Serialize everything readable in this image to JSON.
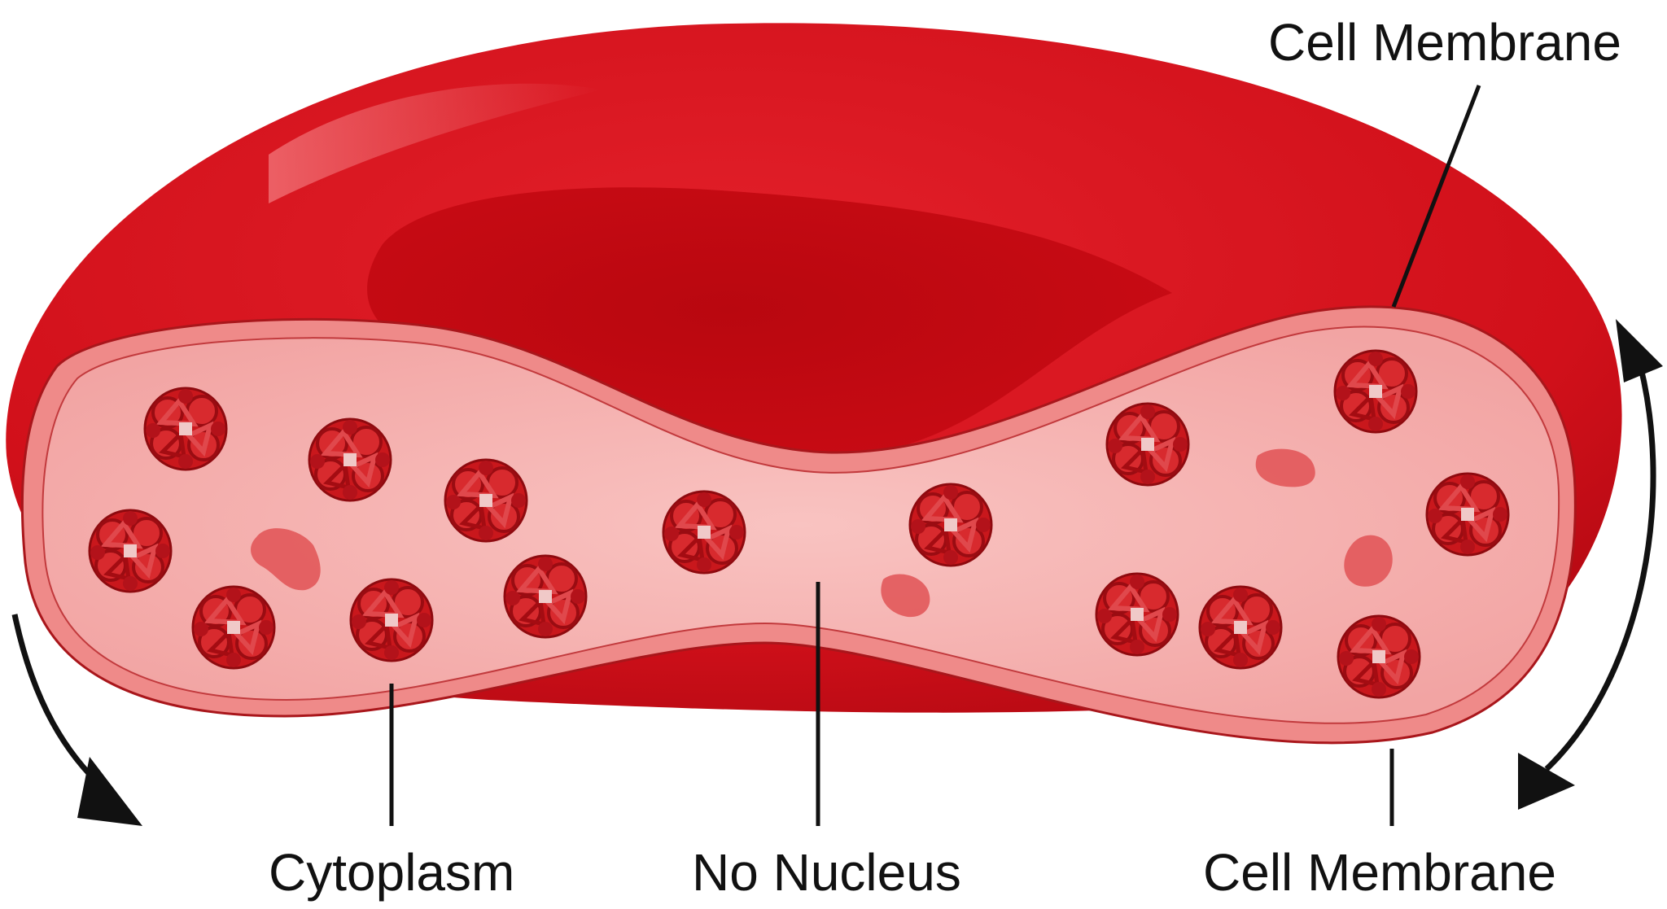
{
  "labels": {
    "cell_membrane_top": "Cell Membrane",
    "cytoplasm": "Cytoplasm",
    "no_nucleus": "No Nucleus",
    "cell_membrane_bottom": "Cell Membrane"
  },
  "colors": {
    "cell_outer": "#d8111b",
    "cell_dark": "#a8060e",
    "cell_highlight": "#f06a6f",
    "cytoplasm_fill": "#f6b2b0",
    "membrane_ring": "#ef8a89",
    "protein": "#c81a1e",
    "line": "#111111"
  },
  "icons": {
    "proteins": "hemoglobin-cluster-icon",
    "blobs": "cytoplasm-blob-icon",
    "arrows": "curved-double-arrow-icon"
  }
}
